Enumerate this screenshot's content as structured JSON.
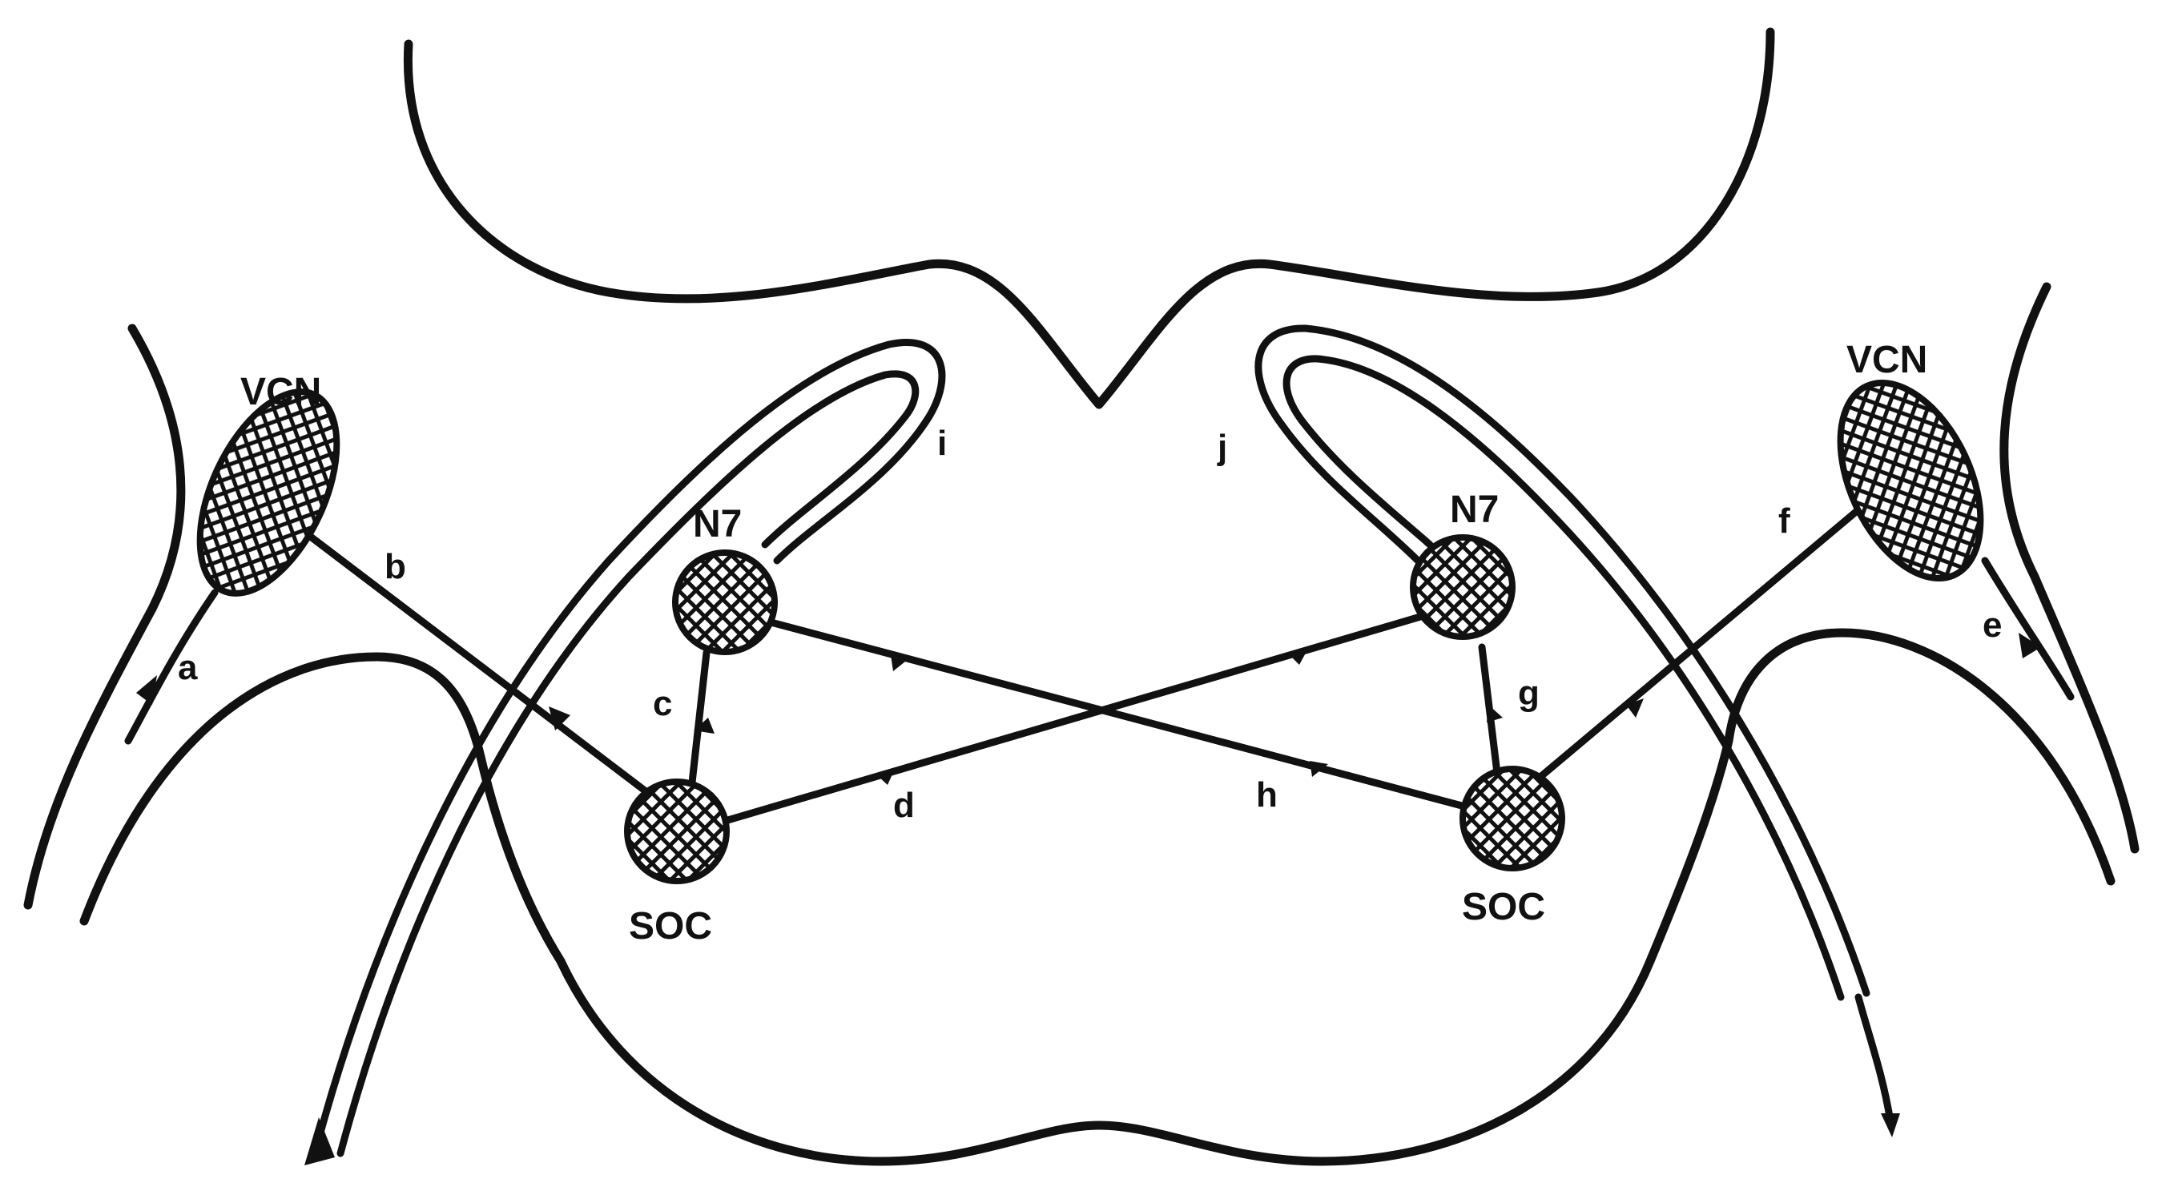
{
  "nuclei": {
    "vcn_left": "VCN",
    "vcn_right": "VCN",
    "n7_left": "N7",
    "n7_right": "N7",
    "soc_left": "SOC",
    "soc_right": "SOC"
  },
  "pathway_labels": {
    "a": "a",
    "b": "b",
    "c": "c",
    "d": "d",
    "e": "e",
    "f": "f",
    "g": "g",
    "h": "h",
    "i": "i",
    "j": "j"
  },
  "colors": {
    "ink": "#111111",
    "background": "#ffffff"
  }
}
